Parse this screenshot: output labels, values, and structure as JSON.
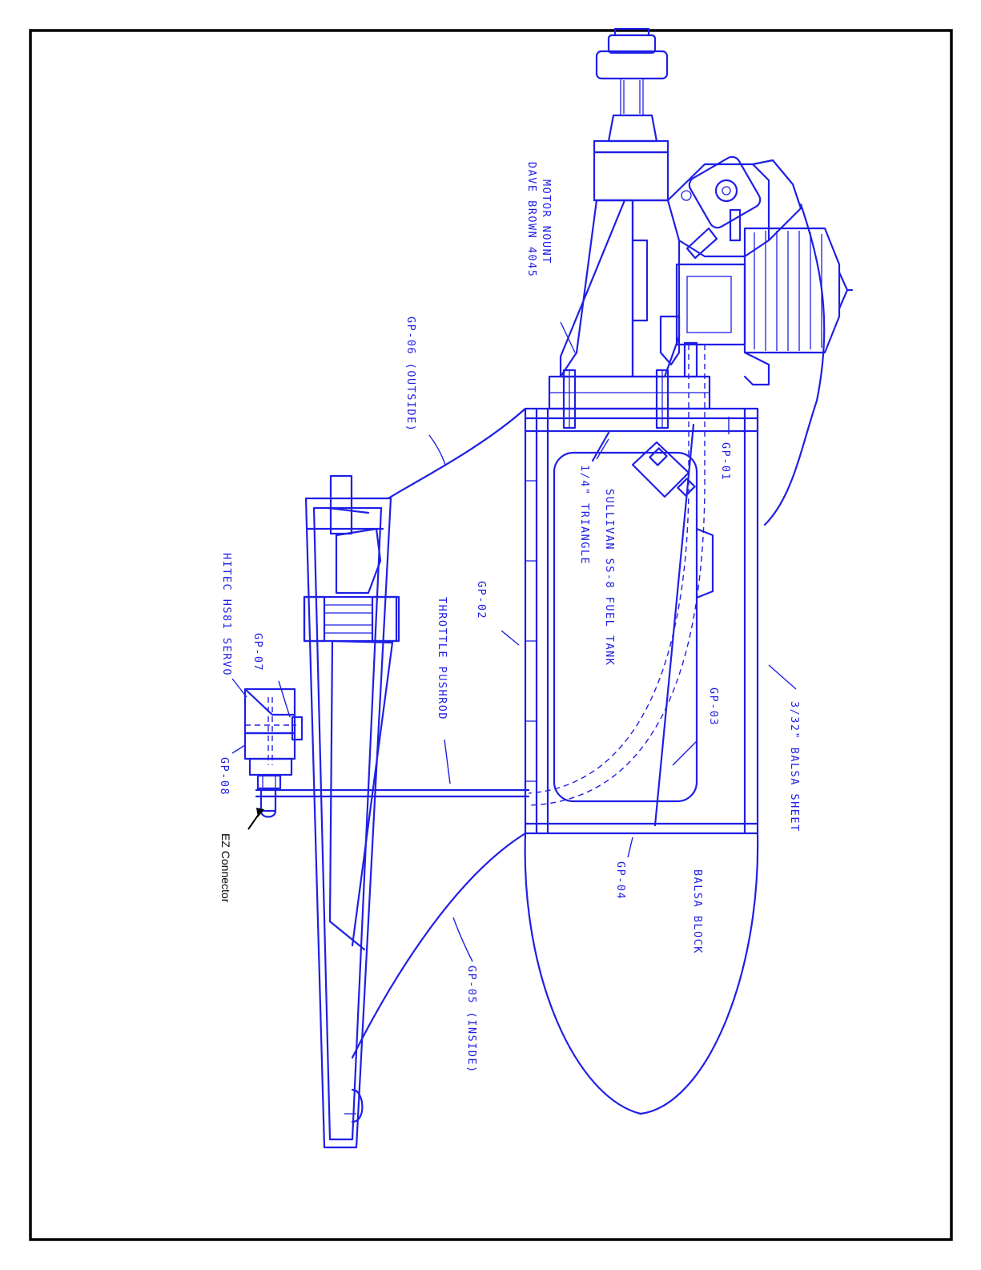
{
  "drawing": {
    "line_color": "#1f1fe6",
    "frame_color": "#000000",
    "labels": {
      "motor_mount": [
        "DAVE BROWN 4045",
        "MOTOR NOUNT"
      ],
      "gp06": "GP-06 (OUTSIDE)",
      "gp01": "GP-01",
      "triangle": "1/4\" TRIANGLE",
      "fuel_tank": "SULLIVAN SS-8 FUEL TANK",
      "gp02": "GP-02",
      "throttle": "THROTTLE PUSHROD",
      "servo": "HITEC HS81 SERVO",
      "gp07": "GP-07",
      "gp03": "GP-03",
      "balsa_sheet": "3/32\" BALSA SHEET",
      "gp08": "GP-08",
      "ez_connector": "EZ Connector",
      "gp04": "GP-04",
      "balsa_block": "BALSA BLOCK",
      "gp05": "GP-05 (INSIDE)"
    }
  }
}
